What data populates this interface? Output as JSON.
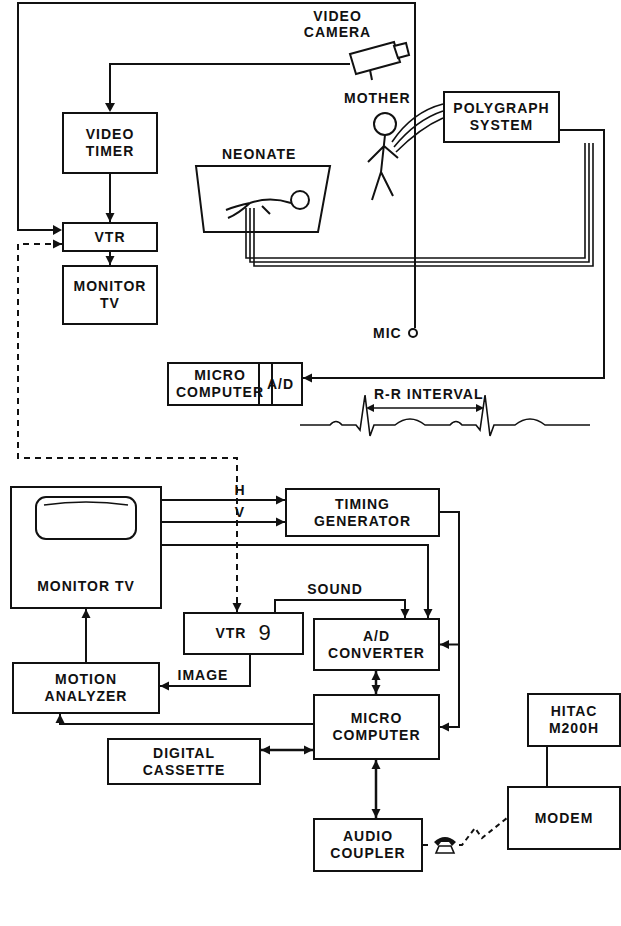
{
  "diagram": {
    "nodes": [
      {
        "text": [
          "VIDEO TIMER"
        ]
      },
      {
        "text": [
          "POLYGRAPH SYSTEM"
        ]
      },
      {
        "text": [
          "VTR"
        ]
      },
      {
        "text": [
          "MONITOR TV"
        ]
      },
      {
        "text": [
          "MICRO COMPUTER"
        ]
      },
      {
        "text": [
          "A/D"
        ]
      },
      {
        "text": [
          "MONITOR TV"
        ]
      },
      {
        "text": [
          "TIMING GENERATOR"
        ]
      },
      {
        "text": [
          "VTR",
          "9"
        ]
      },
      {
        "text": [
          "A/D CONVERTER"
        ]
      },
      {
        "text": [
          "MOTION ANALYZER"
        ]
      },
      {
        "text": [
          "MICRO COMPUTER"
        ]
      },
      {
        "text": [
          "HITAC M200H"
        ]
      },
      {
        "text": [
          "DIGITAL CASSETTE"
        ]
      },
      {
        "text": [
          "MODEM"
        ]
      },
      {
        "text": [
          "AUDIO COUPLER"
        ]
      }
    ],
    "edges": [
      {
        "from": 0,
        "to": 2,
        "arrow": "to"
      },
      {
        "from": 2,
        "to": 3,
        "arrow": "to"
      },
      {
        "from": 1,
        "to": 5,
        "arrow": "to"
      },
      {
        "from": 2,
        "to": 8,
        "arrow": "both"
      },
      {
        "from": 6,
        "to": 7,
        "label": "H",
        "arrow": "to"
      },
      {
        "from": 6,
        "to": 7,
        "label": "V",
        "arrow": "to"
      },
      {
        "from": 6,
        "to": 9,
        "arrow": "to"
      },
      {
        "from": 8,
        "to": 9,
        "label": "SOUND",
        "arrow": "to"
      },
      {
        "from": 7,
        "to": 9,
        "arrow": "to"
      },
      {
        "from": 7,
        "to": 11,
        "arrow": "to"
      },
      {
        "from": 8,
        "to": 10,
        "label": "IMAGE",
        "arrow": "to"
      },
      {
        "from": 10,
        "to": 6,
        "arrow": "to"
      },
      {
        "from": 9,
        "to": 11,
        "arrow": "both"
      },
      {
        "from": 11,
        "to": 10,
        "arrow": "to"
      },
      {
        "from": 13,
        "to": 11,
        "arrow": "both"
      },
      {
        "from": 11,
        "to": 15,
        "arrow": "both"
      },
      {
        "from": 15,
        "to": 14,
        "arrow": "none"
      },
      {
        "from": 12,
        "to": 14,
        "arrow": "none"
      }
    ],
    "labels": [
      "VIDEO CAMERA",
      "NEONATE",
      "MOTHER",
      "MIC",
      "R-R INTERVAL"
    ]
  }
}
